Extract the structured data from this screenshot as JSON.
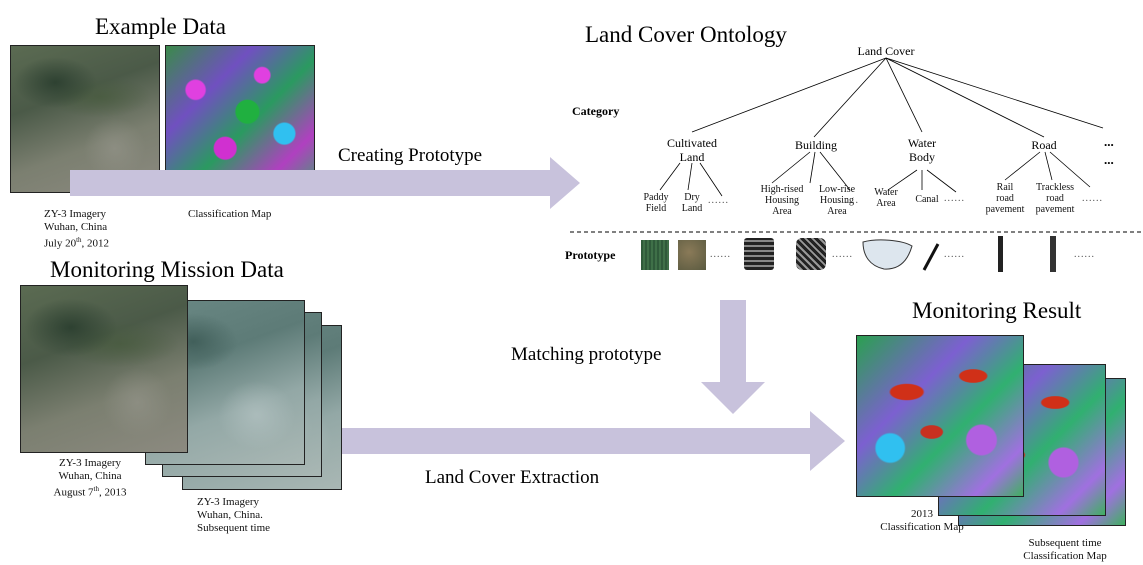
{
  "example": {
    "title": "Example Data",
    "image_caption": [
      "ZY-3 Imagery",
      "Wuhan, China",
      "July 20",
      "th",
      ", 2012"
    ],
    "map_caption": "Classification Map"
  },
  "arrows": {
    "create": "Creating Prototype",
    "match": "Matching prototype",
    "extract": "Land Cover Extraction"
  },
  "ontology": {
    "title": "Land Cover Ontology",
    "root": "Land Cover",
    "category_label": "Category",
    "prototype_label": "Prototype",
    "categories": [
      {
        "name": [
          "Cultivated",
          "Land"
        ],
        "subs": [
          [
            "Paddy",
            "Field"
          ],
          [
            "Dry",
            "Land"
          ]
        ]
      },
      {
        "name": [
          "Building"
        ],
        "subs": [
          [
            "High-rised",
            "Housing",
            "Area"
          ],
          [
            "Low-rise",
            "Housing",
            "Area"
          ]
        ]
      },
      {
        "name": [
          "Water",
          "Body"
        ],
        "subs": [
          [
            "Water",
            "Area"
          ],
          [
            "Canal"
          ]
        ]
      },
      {
        "name": [
          "Road"
        ],
        "subs": [
          [
            "Rail",
            "road",
            "pavement"
          ],
          [
            "Trackless",
            "road",
            "pavement"
          ]
        ]
      }
    ],
    "more": "...",
    "ellipsis": "......"
  },
  "monitoring": {
    "title": "Monitoring Mission Data",
    "caption1": [
      "ZY-3 Imagery",
      "Wuhan, China",
      "August 7",
      "th",
      ", 2013"
    ],
    "caption2": [
      "ZY-3 Imagery",
      "Wuhan, China.",
      "Subsequent time"
    ]
  },
  "result": {
    "title": "Monitoring Result",
    "caption1": [
      "2013",
      "Classification Map"
    ],
    "caption2": [
      "Subsequent time",
      "Classification Map"
    ]
  },
  "colors": {
    "arrow": "#c8c2dc",
    "line": "#000000"
  }
}
